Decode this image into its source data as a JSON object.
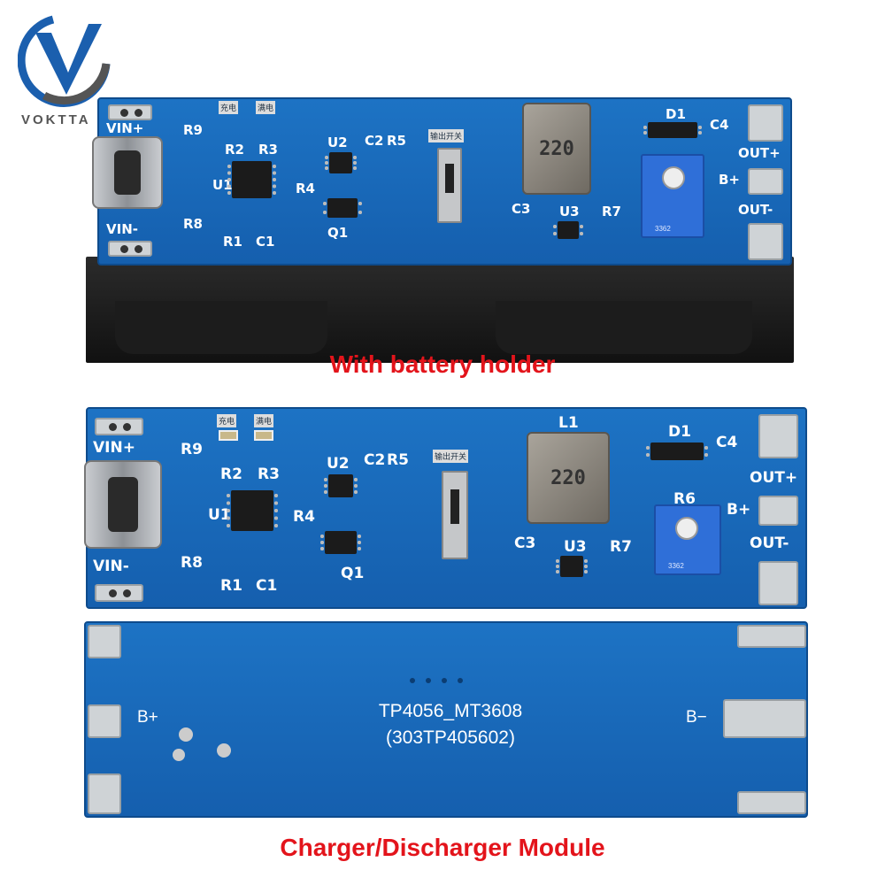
{
  "logo": {
    "text": "VOKTTA",
    "colors": {
      "blue": "#1b5fae",
      "grey": "#555555"
    }
  },
  "captions": {
    "top": "With battery holder",
    "bottom": "Charger/Discharger Module"
  },
  "caption_color": "#e3141b",
  "board_front": {
    "labels": {
      "vin_plus": "VIN+",
      "vin_minus": "VIN-",
      "r9": "R9",
      "r8": "R8",
      "r2": "R2",
      "r3": "R3",
      "u1": "U1",
      "r1": "R1",
      "c1": "C1",
      "u2": "U2",
      "c2": "C2",
      "r5": "R5",
      "r4": "R4",
      "q1": "Q1",
      "switch": "输出开关",
      "l1": "L1",
      "d1": "D1",
      "c4": "C4",
      "out_plus": "OUT+",
      "b_plus": "B+",
      "out_minus": "OUT-",
      "r6": "R6",
      "c3": "C3",
      "u3": "U3",
      "r7": "R7",
      "led_charge": "充电",
      "led_full": "满电"
    },
    "inductor_marking": "220",
    "pot_marking": "3362"
  },
  "board_back": {
    "line1": "TP4056_MT3608",
    "line2": "(303TP405602)",
    "b_plus": "B+",
    "b_minus": "B−"
  },
  "board_color": "#1a6cc0"
}
